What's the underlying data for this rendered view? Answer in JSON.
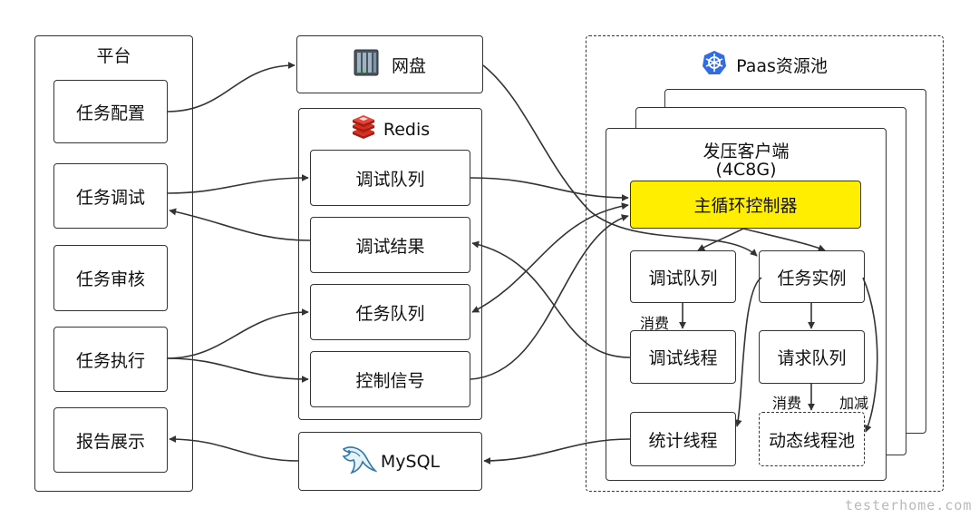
{
  "platform": {
    "title": "平台",
    "items": [
      "任务配置",
      "任务调试",
      "任务审核",
      "任务执行",
      "报告展示"
    ]
  },
  "disk": {
    "label": "网盘",
    "icon": "server-icon"
  },
  "redis": {
    "title": "Redis",
    "icon": "redis-icon",
    "items": [
      "调试队列",
      "调试结果",
      "任务队列",
      "控制信号"
    ]
  },
  "mysql": {
    "label": "MySQL",
    "icon": "mysql-dolphin-icon"
  },
  "paas": {
    "title": "Paas资源池",
    "icon": "kubernetes-icon",
    "client": {
      "title": "发压客户端",
      "spec": "(4C8G)",
      "main_loop": "主循环控制器",
      "debug_queue": "调试队列",
      "debug_thread": "调试线程",
      "stats_thread": "统计线程",
      "task_instance": "任务实例",
      "request_queue": "请求队列",
      "thread_pool": "动态线程池",
      "consume_label_1": "消费",
      "consume_label_2": "消费",
      "scale_label": "加减"
    }
  },
  "watermark": "testerhome.com",
  "colors": {
    "main_loop_fill": "#ffee00",
    "stroke": "#333333"
  }
}
